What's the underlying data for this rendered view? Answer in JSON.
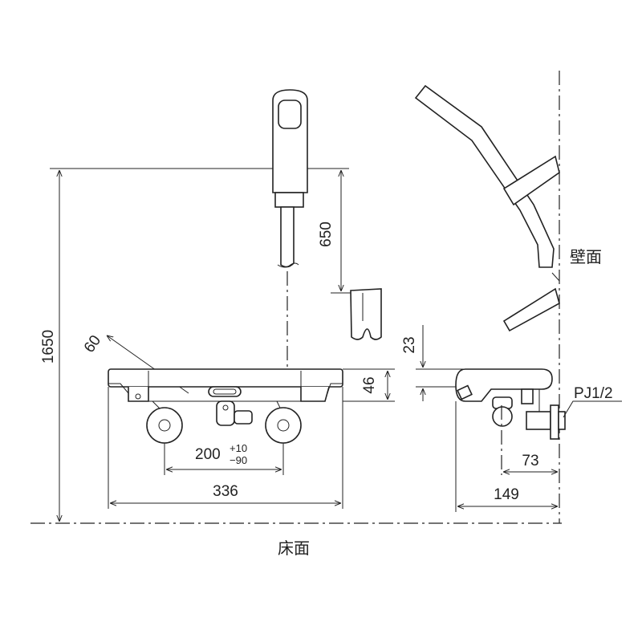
{
  "dimensions": {
    "overall_height": "1650",
    "hose_holder_height": "650",
    "handle_angle_width": "60",
    "body_height": "46",
    "top_offset": "23",
    "pitch_main": "200",
    "pitch_tol_plus": "+10",
    "pitch_tol_minus": "−90",
    "body_width": "336",
    "wall_to_center": "73",
    "wall_to_front": "149"
  },
  "labels": {
    "pipe_thread": "PJ1/2",
    "wall": "壁面",
    "floor": "床面"
  }
}
